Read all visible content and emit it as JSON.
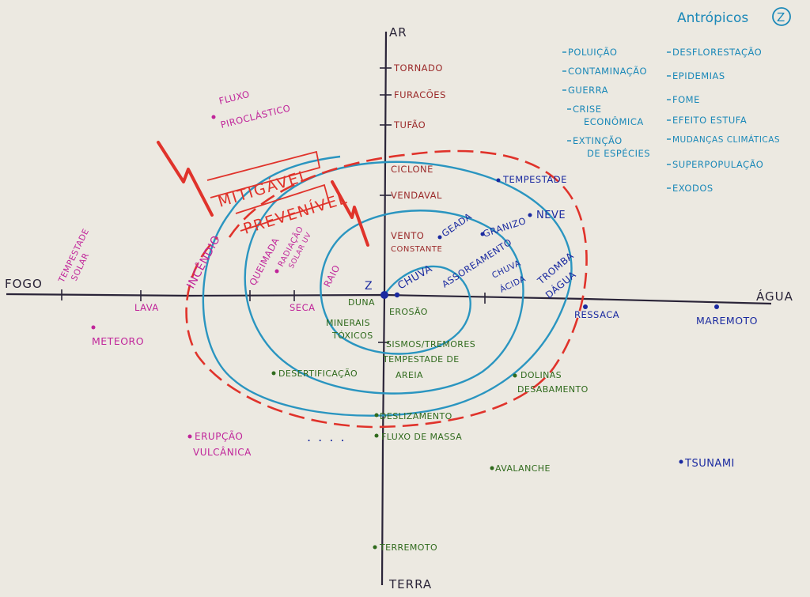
{
  "axes": {
    "top": "AR",
    "bottom": "TERRA",
    "left": "FOGO",
    "right": "ÁGUA",
    "center": "Z"
  },
  "region_labels": {
    "mitigavel": "MITIGÁVEL",
    "prevenivel": "PREVENÍVEL",
    "ellipsis": ". . . ."
  },
  "antropicos": {
    "title": "Antrópicos",
    "badge": "Z",
    "col1": [
      "POLUIÇÃO",
      "CONTAMINAÇÃO",
      "GUERRA",
      "CRISE",
      "ECONÔMICA",
      "EXTINÇÃO",
      "DE ESPÉCIES"
    ],
    "col2": [
      "DESFLORESTAÇÃO",
      "EPIDEMIAS",
      "FOME",
      "EFEITO ESTUFA",
      "MUDANÇAS CLIMÁTICAS",
      "SUPERPOPULAÇÃO",
      "EXODOS"
    ]
  },
  "air_events": [
    "TORNADO",
    "FURACÕES",
    "TUFÃO",
    "CICLONE",
    "VENDAVAL",
    "VENTO",
    "CONSTANTE"
  ],
  "fire_events": {
    "fluxo": [
      "FLUXO",
      "PIROCLÁSTICO"
    ],
    "tempestade_solar": [
      "TEMPESTADE",
      "SOLAR"
    ],
    "lava": "LAVA",
    "meteoro": "METEORO",
    "incendio": "INCÊNDIO",
    "queimada": "QUEIMADA",
    "radiacao": [
      "RADIAÇÃO",
      "SOLAR UV"
    ],
    "raio": "RAIO",
    "seca": "SECA",
    "erupcao": [
      "ERUPÇÃO",
      "VULCÂNICA"
    ]
  },
  "water_events": {
    "tempestade": "TEMPESTADE",
    "neve": "NEVE",
    "granizo": "GRANIZO",
    "geada": "GEADA",
    "chuva": "CHUVA",
    "assoreamento": "ASSOREAMENTO",
    "chuva_acida": [
      "CHUVA",
      "ÁCIDA"
    ],
    "tromba": [
      "TROMBA",
      "DÁGUA"
    ],
    "ressaca": "RESSACA",
    "maremoto": "MAREMOTO",
    "tsunami": "TSUNAMI"
  },
  "earth_events": {
    "duna": "DUNA",
    "minerais": [
      "MINERAIS",
      "TÓXICOS"
    ],
    "erosao": "EROSÃO",
    "sismos": "SISMOS/TREMORES",
    "tempestade_areia": [
      "TEMPESTADE DE",
      "AREIA"
    ],
    "desertificacao": "DESERTIFICAÇÃO",
    "dolinas": [
      "DOLINAS",
      "DESABAMENTO"
    ],
    "deslizamento": "DESLIZAMENTO",
    "fluxo_massa": "FLUXO DE MASSA",
    "avalanche": "AVALANCHE",
    "terremoto": "TERREMOTO"
  },
  "colors": {
    "board": "#ece9e1",
    "axis": "#2a2438",
    "air": "#9b2a2a",
    "fire": "#c0259a",
    "water": "#1a2aa0",
    "earth": "#2f6a1c",
    "anthropic": "#1a88b8",
    "spiral": "#2a95c0",
    "boundary": "#e0332b"
  }
}
